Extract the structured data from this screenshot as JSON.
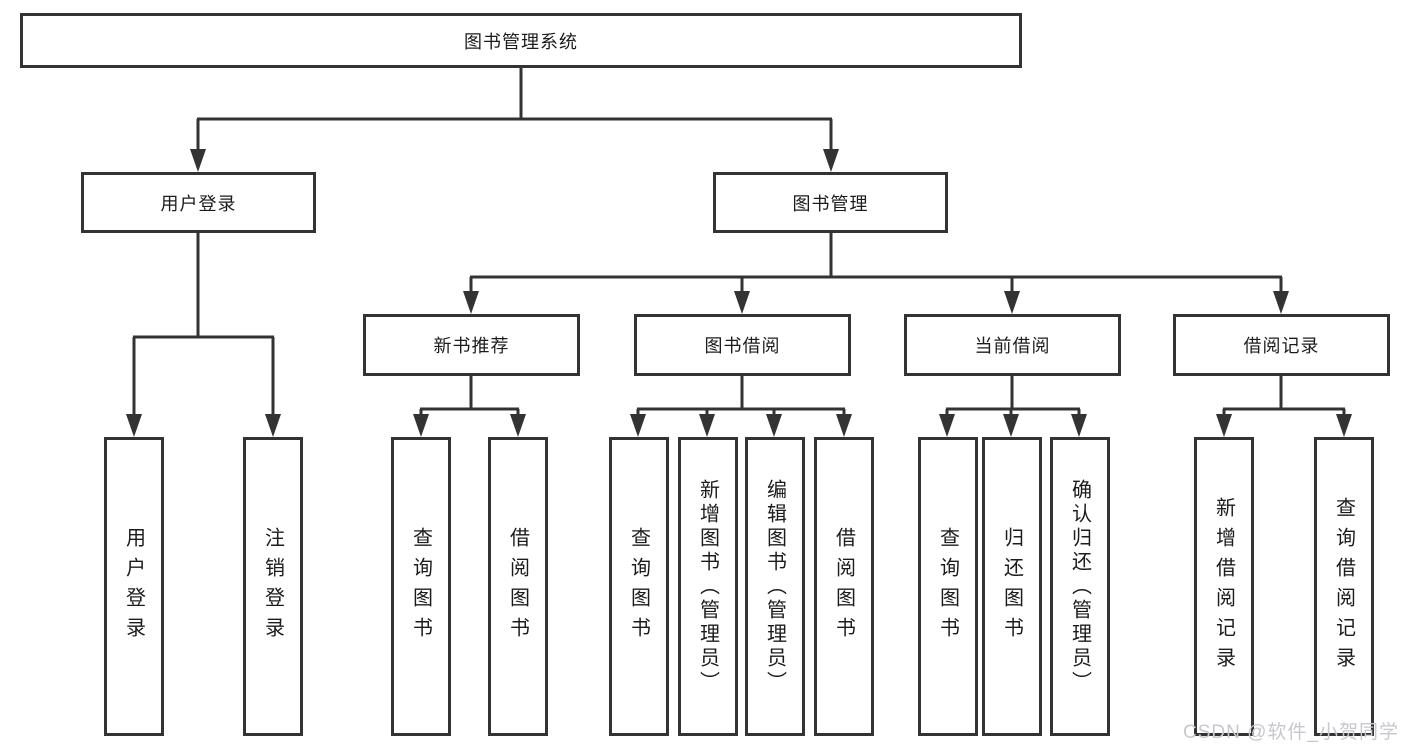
{
  "diagram": {
    "root": {
      "label": "图书管理系统"
    },
    "level2": {
      "login": {
        "label": "用户登录"
      },
      "mgmt": {
        "label": "图书管理"
      }
    },
    "level3": {
      "newbook": {
        "label": "新书推荐"
      },
      "borrow": {
        "label": "图书借阅"
      },
      "current": {
        "label": "当前借阅"
      },
      "records": {
        "label": "借阅记录"
      }
    },
    "leaves": {
      "login": [
        "用户登录",
        "注销登录"
      ],
      "newbook": [
        "查询图书",
        "借阅图书"
      ],
      "borrow": [
        "查询图书",
        "新增图书（管理员）",
        "编辑图书（管理员）",
        "借阅图书"
      ],
      "current": [
        "查询图书",
        "归还图书",
        "确认归还（管理员）"
      ],
      "records": [
        "新增借阅记录",
        "查询借阅记录"
      ]
    },
    "colors": {
      "line": "#333333",
      "box_border": "#333333",
      "text": "#1c1c1c",
      "background": "#ffffff",
      "watermark": "#c7c7cf"
    }
  },
  "watermark": {
    "text": "CSDN @软件_小贺同学"
  }
}
